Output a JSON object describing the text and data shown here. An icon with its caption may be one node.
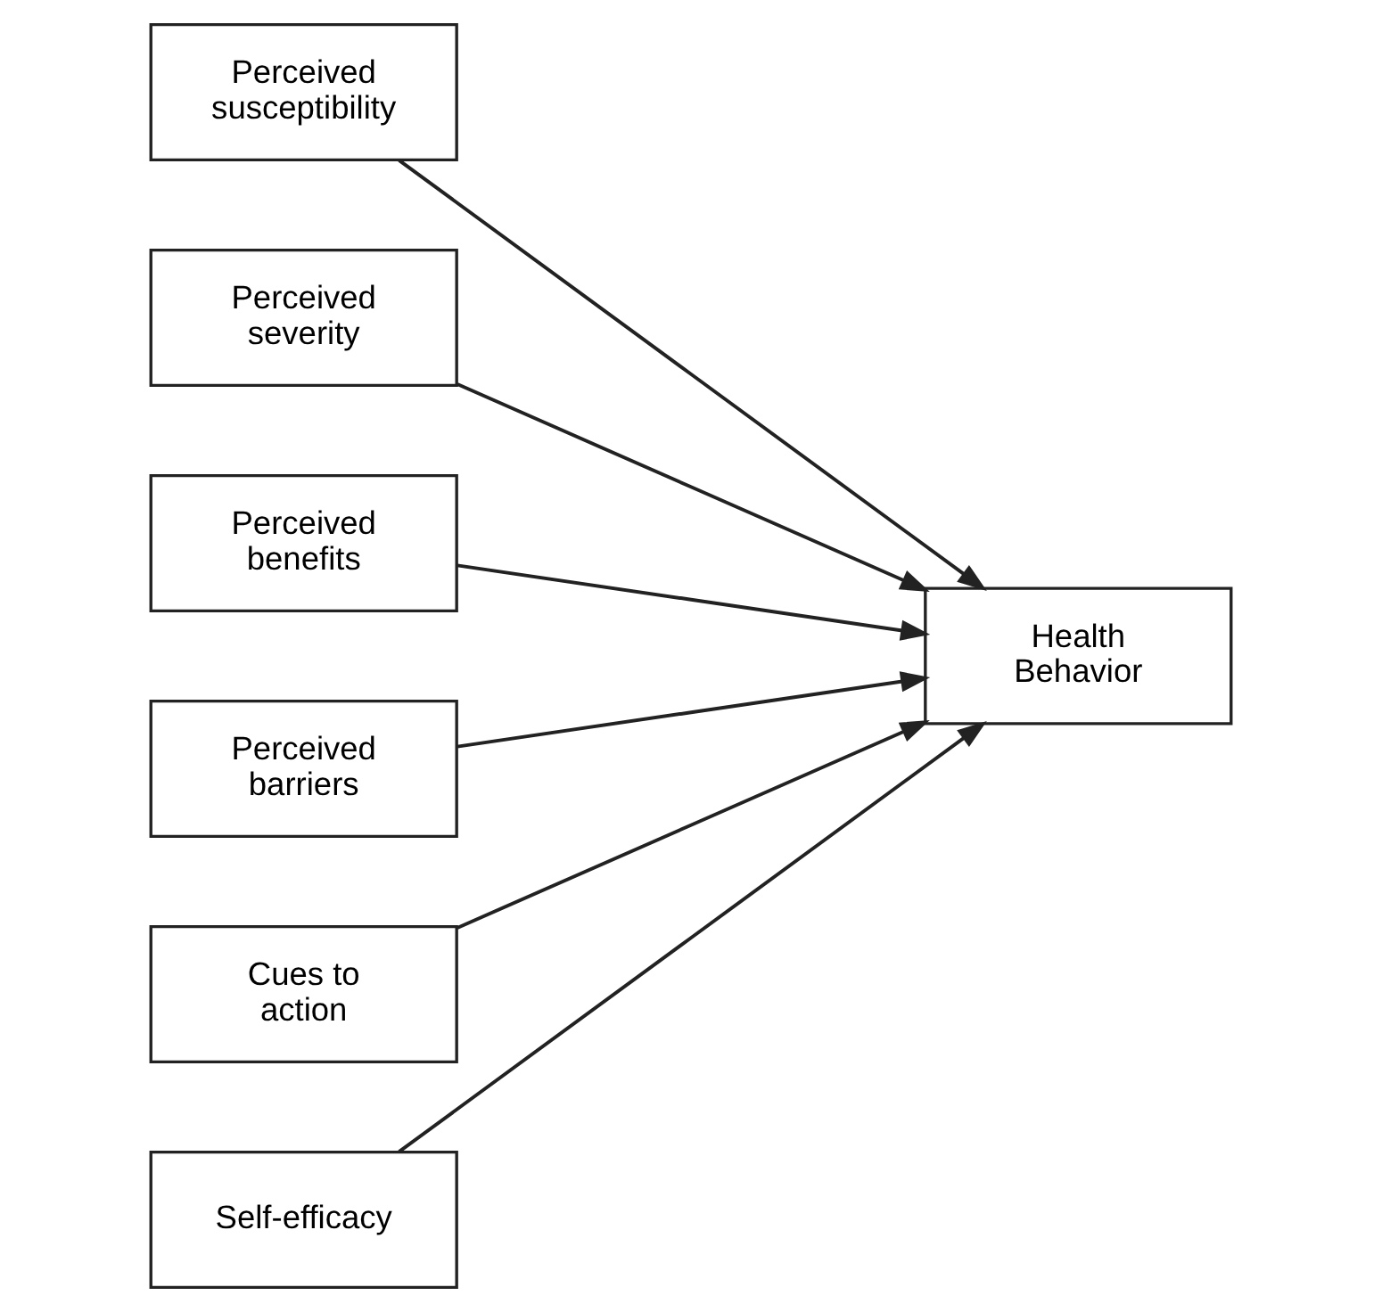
{
  "diagram": {
    "nodes": [
      {
        "text": [
          "Perceived susceptibility"
        ]
      },
      {
        "text": [
          "Perceived severity"
        ]
      },
      {
        "text": [
          "Perceived benefits"
        ]
      },
      {
        "text": [
          "Perceived barriers"
        ]
      },
      {
        "text": [
          "Cues to action"
        ]
      },
      {
        "text": [
          "Self-efficacy"
        ]
      },
      {
        "text": [
          "Health Behavior"
        ]
      }
    ],
    "edges": [
      {
        "from": 0,
        "to": 6,
        "arrow": "to"
      },
      {
        "from": 1,
        "to": 6,
        "arrow": "to"
      },
      {
        "from": 2,
        "to": 6,
        "arrow": "to"
      },
      {
        "from": 3,
        "to": 6,
        "arrow": "to"
      },
      {
        "from": 4,
        "to": 6,
        "arrow": "to"
      },
      {
        "from": 5,
        "to": 6,
        "arrow": "to"
      }
    ]
  }
}
